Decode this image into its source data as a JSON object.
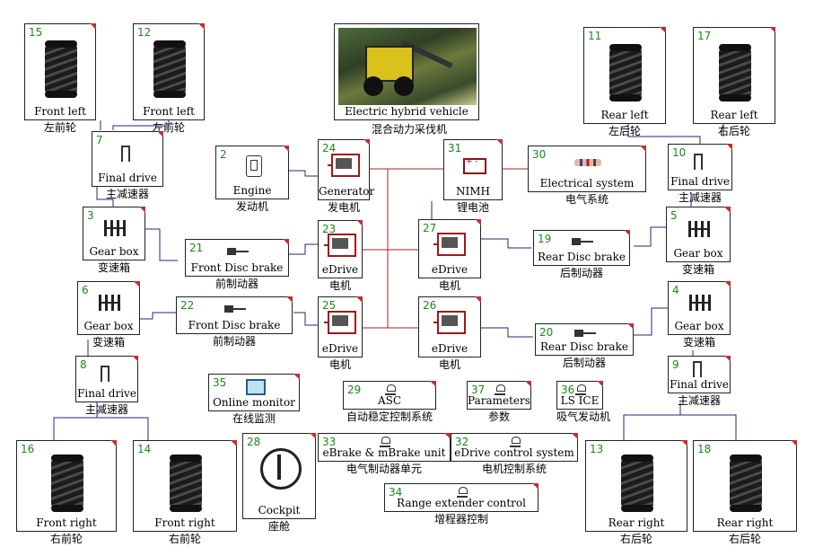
{
  "title": {
    "en": "Electric hybrid vehicle",
    "cn": "混合动力采伐机"
  },
  "blocks": [
    {
      "id": "15",
      "en": "Front left",
      "cn": "左前轮",
      "icon": "tire-icon"
    },
    {
      "id": "12",
      "en": "Front left",
      "cn": "左前轮",
      "icon": "tire-icon"
    },
    {
      "id": "11",
      "en": "Rear left",
      "cn": "左后轮",
      "icon": "tire-icon"
    },
    {
      "id": "17",
      "en": "Rear left",
      "cn": "右后轮",
      "icon": "tire-icon"
    },
    {
      "id": "7",
      "en": "Final drive",
      "cn": "主减速器",
      "icon": "final-drive-icon"
    },
    {
      "id": "10",
      "en": "Final drive",
      "cn": "主减速器",
      "icon": "final-drive-icon"
    },
    {
      "id": "2",
      "en": "Engine",
      "cn": "发动机",
      "icon": "engine-icon"
    },
    {
      "id": "24",
      "en": "Generator",
      "cn": "发电机",
      "icon": "generator-icon"
    },
    {
      "id": "31",
      "en": "NIMH",
      "cn": "锂电池",
      "icon": "battery-icon"
    },
    {
      "id": "30",
      "en": "Electrical system",
      "cn": "电气系统",
      "icon": "resistor-icon"
    },
    {
      "id": "3",
      "en": "Gear box",
      "cn": "变速箱",
      "icon": "gearbox-icon"
    },
    {
      "id": "5",
      "en": "Gear box",
      "cn": "变速箱",
      "icon": "gearbox-icon"
    },
    {
      "id": "21",
      "en": "Front Disc brake",
      "cn": "前制动器",
      "icon": "brake-icon"
    },
    {
      "id": "23",
      "en": "eDrive",
      "cn": "电机",
      "icon": "motor-icon"
    },
    {
      "id": "27",
      "en": "eDrive",
      "cn": "电机",
      "icon": "motor-icon"
    },
    {
      "id": "19",
      "en": "Rear Disc brake",
      "cn": "后制动器",
      "icon": "brake-icon"
    },
    {
      "id": "6",
      "en": "Gear box",
      "cn": "变速箱",
      "icon": "gearbox-icon"
    },
    {
      "id": "22",
      "en": "Front Disc brake",
      "cn": "前制动器",
      "icon": "brake-icon"
    },
    {
      "id": "25",
      "en": "eDrive",
      "cn": "电机",
      "icon": "motor-icon"
    },
    {
      "id": "26",
      "en": "eDrive",
      "cn": "电机",
      "icon": "motor-icon"
    },
    {
      "id": "20",
      "en": "Rear Disc brake",
      "cn": "后制动器",
      "icon": "brake-icon"
    },
    {
      "id": "4",
      "en": "Gear box",
      "cn": "变速箱",
      "icon": "gearbox-icon"
    },
    {
      "id": "8",
      "en": "Final drive",
      "cn": "主减速器",
      "icon": "final-drive-icon"
    },
    {
      "id": "9",
      "en": "Final drive",
      "cn": "主减速器",
      "icon": "final-drive-icon"
    },
    {
      "id": "35",
      "en": "Online monitor",
      "cn": "在线监测",
      "icon": "monitor-icon"
    },
    {
      "id": "29",
      "en": "ASC",
      "cn": "自动稳定控制系统",
      "icon": "control-icon"
    },
    {
      "id": "37",
      "en": "Parameters",
      "cn": "参数",
      "icon": "parameters-icon"
    },
    {
      "id": "36",
      "en": "LS ICE",
      "cn": "吸气发动机",
      "icon": "pid-icon"
    },
    {
      "id": "16",
      "en": "Front right",
      "cn": "右前轮",
      "icon": "tire-icon"
    },
    {
      "id": "14",
      "en": "Front right",
      "cn": "右前轮",
      "icon": "tire-icon"
    },
    {
      "id": "28",
      "en": "Cockpit",
      "cn": "座舱",
      "icon": "cockpit-icon"
    },
    {
      "id": "33",
      "en": "eBrake & mBrake unit",
      "cn": "电气制动器单元",
      "icon": "control-icon"
    },
    {
      "id": "32",
      "en": "eDrive control system",
      "cn": "电机控制系统",
      "icon": "control-icon"
    },
    {
      "id": "34",
      "en": "Range extender control",
      "cn": "增程器控制",
      "icon": "control-icon"
    },
    {
      "id": "13",
      "en": "Rear right",
      "cn": "右后轮",
      "icon": "tire-icon"
    },
    {
      "id": "18",
      "en": "Rear right",
      "cn": "右后轮",
      "icon": "tire-icon"
    }
  ],
  "colors": {
    "number": "#1a8a1a",
    "mechanical_wire": "#1c2a7a",
    "electrical_wire": "#b02020",
    "border": "#222222"
  }
}
